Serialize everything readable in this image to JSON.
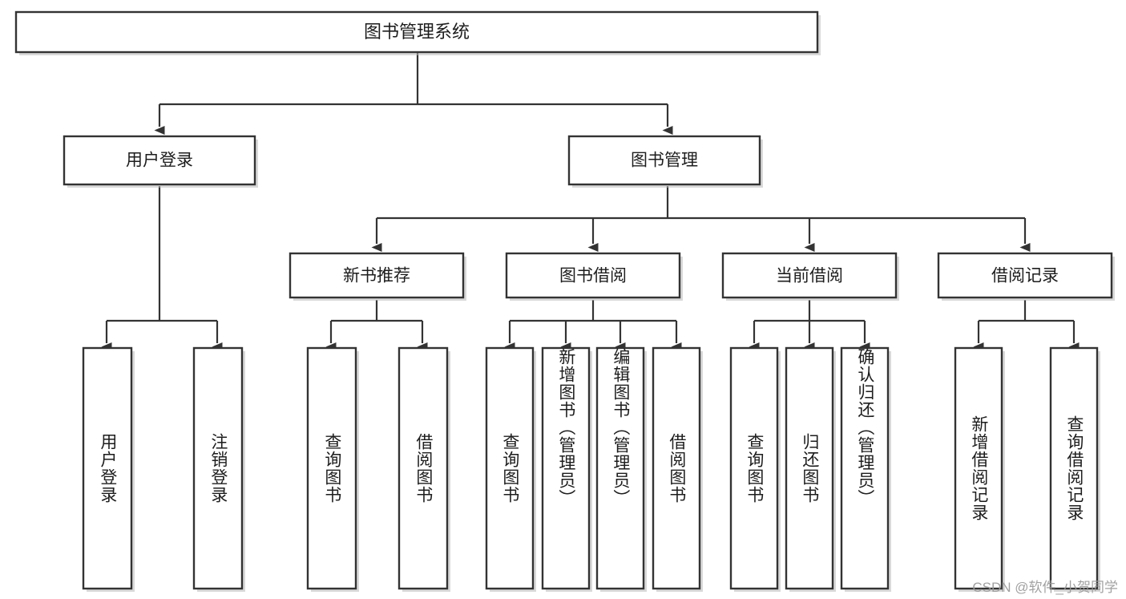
{
  "diagram": {
    "type": "tree",
    "title": "图书管理系统",
    "orientation": "top-down",
    "colors": {
      "box_stroke": "#333333",
      "box_fill": "#ffffff",
      "edge": "#333333",
      "text": "#1d1d1d",
      "watermark": "#9a9a9a",
      "background": "#ffffff"
    },
    "root": {
      "id": "root",
      "label": "图书管理系统"
    },
    "level2": [
      {
        "id": "user-login",
        "label": "用户登录"
      },
      {
        "id": "book-manage",
        "label": "图书管理"
      }
    ],
    "level3": [
      {
        "id": "new-book-rec",
        "label": "新书推荐",
        "parent": "book-manage"
      },
      {
        "id": "book-borrow",
        "label": "图书借阅",
        "parent": "book-manage"
      },
      {
        "id": "current-borrow",
        "label": "当前借阅",
        "parent": "book-manage"
      },
      {
        "id": "borrow-record",
        "label": "借阅记录",
        "parent": "book-manage"
      }
    ],
    "leaves": {
      "user-login": [
        {
          "id": "leaf-user-login",
          "label": "用户登录"
        },
        {
          "id": "leaf-user-logout",
          "label": "注销登录"
        }
      ],
      "new-book-rec": [
        {
          "id": "leaf-query-book-1",
          "label": "查询图书"
        },
        {
          "id": "leaf-borrow-book-1",
          "label": "借阅图书"
        }
      ],
      "book-borrow": [
        {
          "id": "leaf-query-book-2",
          "label": "查询图书"
        },
        {
          "id": "leaf-add-book",
          "label": "新增图书（管理员）"
        },
        {
          "id": "leaf-edit-book",
          "label": "编辑图书（管理员）"
        },
        {
          "id": "leaf-borrow-book-2",
          "label": "借阅图书"
        }
      ],
      "current-borrow": [
        {
          "id": "leaf-query-book-3",
          "label": "查询图书"
        },
        {
          "id": "leaf-return-book",
          "label": "归还图书"
        },
        {
          "id": "leaf-confirm-return",
          "label": "确认归还（管理员）"
        }
      ],
      "borrow-record": [
        {
          "id": "leaf-add-record",
          "label": "新增借阅记录"
        },
        {
          "id": "leaf-query-record",
          "label": "查询借阅记录"
        }
      ]
    }
  },
  "watermark": {
    "text": "CSDN @软件_小贺同学"
  }
}
